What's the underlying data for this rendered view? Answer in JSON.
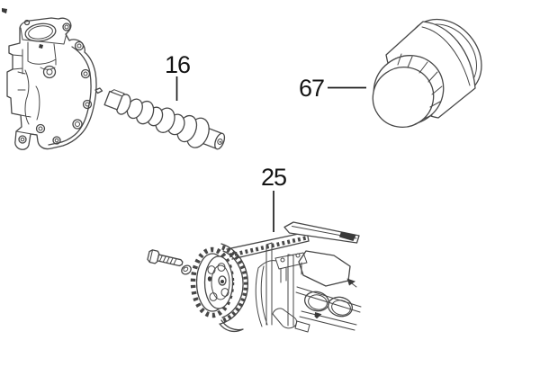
{
  "diagram": {
    "background_color": "#ffffff",
    "line_color": "#474747",
    "label_color": "#141414",
    "callouts": [
      {
        "part_number": "16"
      },
      {
        "part_number": "67"
      },
      {
        "part_number": "25"
      }
    ]
  }
}
